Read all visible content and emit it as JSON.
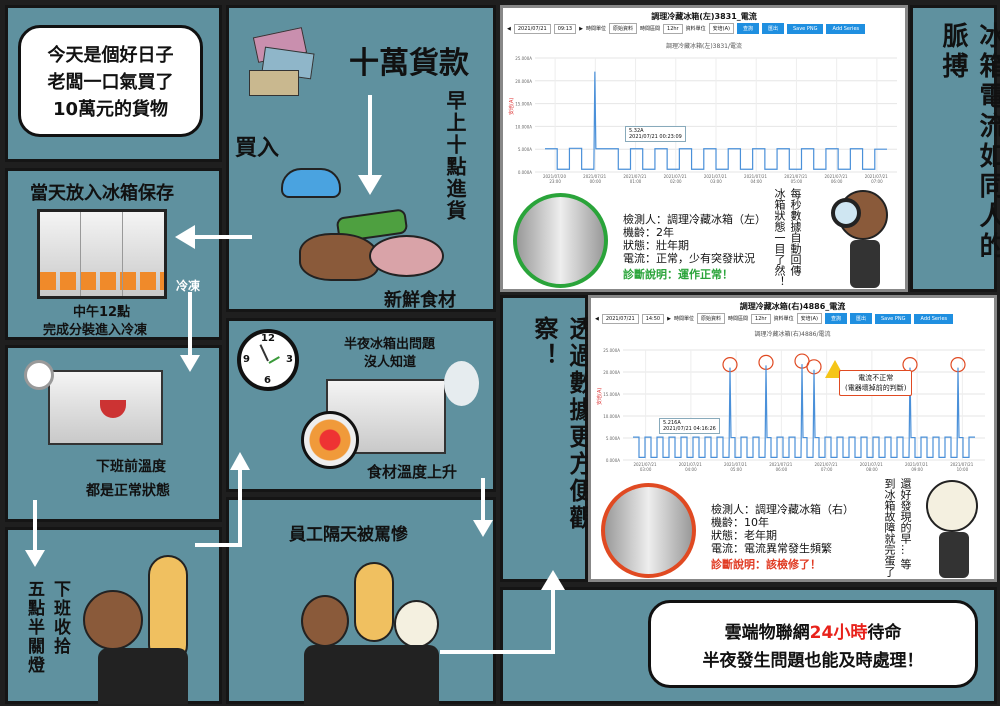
{
  "panel1": {
    "bubble_lines": [
      "今天是個好日子",
      "老闆一口氣買了",
      "10萬元的貨物"
    ]
  },
  "panel2": {
    "title": "十萬貨款",
    "buy": "買入",
    "vertical": "早上十點進貨",
    "caption": "新鮮食材"
  },
  "panel3": {
    "title": "當天放入冰箱保存",
    "freeze": "冷凍",
    "caption_lines": [
      "中午12點",
      "完成分裝進入冷凍"
    ]
  },
  "panel4": {
    "caption_lines": [
      "下班前溫度",
      "都是正常狀態"
    ]
  },
  "panel5": {
    "title_lines": [
      "半夜冰箱出問題",
      "沒人知道"
    ],
    "caption": "食材溫度上升",
    "clock_numbers": [
      "12",
      "3",
      "6",
      "9"
    ]
  },
  "panel6": {
    "vertical_right": "下班收拾",
    "vertical_left": "五點半關燈"
  },
  "panel7": {
    "caption": "員工隔天被罵慘"
  },
  "side_title": "冰箱電流如同人的脈搏",
  "side_title2": "透過數據更方便觀察！",
  "bottom_bubble": {
    "line1_pre": "雲端物聯網",
    "line1_highlight": "24小時",
    "line1_post": "待命",
    "line2": "半夜發生問題也能及時處理！",
    "highlight_color": "#e8221b"
  },
  "toolbar_labels": {
    "time_unit": "時間單位",
    "time_range": "時間區間",
    "data_unit": "資料單位",
    "query": "查詢",
    "export": "匯出",
    "save_png": "Save PNG",
    "add_series": "Add Series",
    "unit_opt": "原始資料",
    "range_opt": "12hr",
    "data_opt": "安培(A)"
  },
  "chart1": {
    "title": "調理冷藏冰箱(左)3831_電流",
    "date": "2021/07/21",
    "time": "09:13",
    "subtitle": "調理冷藏冰箱(左)3831/電流",
    "tooltip_value": "5.32A",
    "tooltip_time": "2021/07/21 00:23:09",
    "comment": "每秒數據自動回傳 冰箱狀態一目了然！",
    "info": [
      "檢測人：調理冷藏冰箱（左）",
      "機齡：2年",
      "狀態：壯年期",
      "電流：正常，少有突發狀況"
    ],
    "diagnosis": "診斷說明：運作正常！"
  },
  "chart2": {
    "title": "調理冷藏冰箱(右)4886_電流",
    "date": "2021/07/21",
    "time": "14:50",
    "subtitle": "調理冷藏冰箱(右)4886/電流",
    "tooltip_value": "5.216A",
    "tooltip_time": "2021/07/21 04:16:26",
    "warning_line1": "電流不正常",
    "warning_line2": "(電器壞掉前的判斷)",
    "comment": "還好發現的早… 等到冰箱故障就完蛋了",
    "info": [
      "檢測人：調理冷藏冰箱（右）",
      "機齡：10年",
      "狀態：老年期",
      "電流：電流異常發生頻繁"
    ],
    "diagnosis": "診斷說明：該檢修了！"
  },
  "chart_data": [
    {
      "type": "line",
      "title": "調理冷藏冰箱(左)3831/電流",
      "ylabel": "安培(A)",
      "ylim": [
        0,
        25
      ],
      "yticks": [
        "0.000A",
        "5.000A",
        "10.000A",
        "15.000A",
        "20.000A",
        "25.000A"
      ],
      "xticks": [
        "2021/07/20 23:00",
        "2021/07/21 00:00",
        "2021/07/21 01:00",
        "2021/07/21 02:00",
        "2021/07/21 03:00",
        "2021/07/21 04:00",
        "2021/07/21 05:00",
        "2021/07/21 06:00",
        "2021/07/21 07:00"
      ],
      "values": [
        5.1,
        0.6,
        5.2,
        0.6,
        22.0,
        5.1,
        0.6,
        5.1,
        0.6,
        5.1,
        0.6,
        5.1,
        0.6,
        5.1,
        0.6,
        5.1,
        0.6,
        5.1,
        0.6,
        5.1,
        0.6,
        5.1,
        0.6,
        5.1,
        0.6,
        5.1,
        0.6,
        5.0
      ]
    },
    {
      "type": "line",
      "title": "調理冷藏冰箱(右)4886/電流",
      "ylabel": "安培(A)",
      "ylim": [
        0,
        25
      ],
      "yticks": [
        "0.000A",
        "5.000A",
        "10.000A",
        "15.000A",
        "20.000A",
        "25.000A"
      ],
      "xticks": [
        "2021/07/21 03:00",
        "2021/07/21 04:00",
        "2021/07/21 05:00",
        "2021/07/21 06:00",
        "2021/07/21 07:00",
        "2021/07/21 08:00",
        "2021/07/21 09:00",
        "2021/07/21 10:00"
      ],
      "values": [
        5.2,
        0.6,
        5.2,
        0.6,
        5.2,
        0.6,
        5.2,
        0.6,
        5.2,
        0.6,
        5.2,
        0.6,
        5.2,
        0.6,
        5.2,
        0.6,
        21.0,
        0.6,
        5.2,
        0.6,
        5.2,
        0.6,
        21.5,
        0.6,
        5.2,
        0.6,
        5.2,
        0.6,
        21.8,
        0.6,
        20.5,
        0.6,
        5.2,
        0.6,
        5.2,
        0.6,
        5.2,
        0.6,
        5.2,
        0.6,
        5.2,
        0.6,
        5.2,
        0.6,
        5.2,
        0.6,
        21.0,
        0.6,
        5.2,
        0.6,
        5.2,
        0.6,
        5.2,
        0.6,
        21.0,
        0.6,
        5.2
      ]
    }
  ]
}
